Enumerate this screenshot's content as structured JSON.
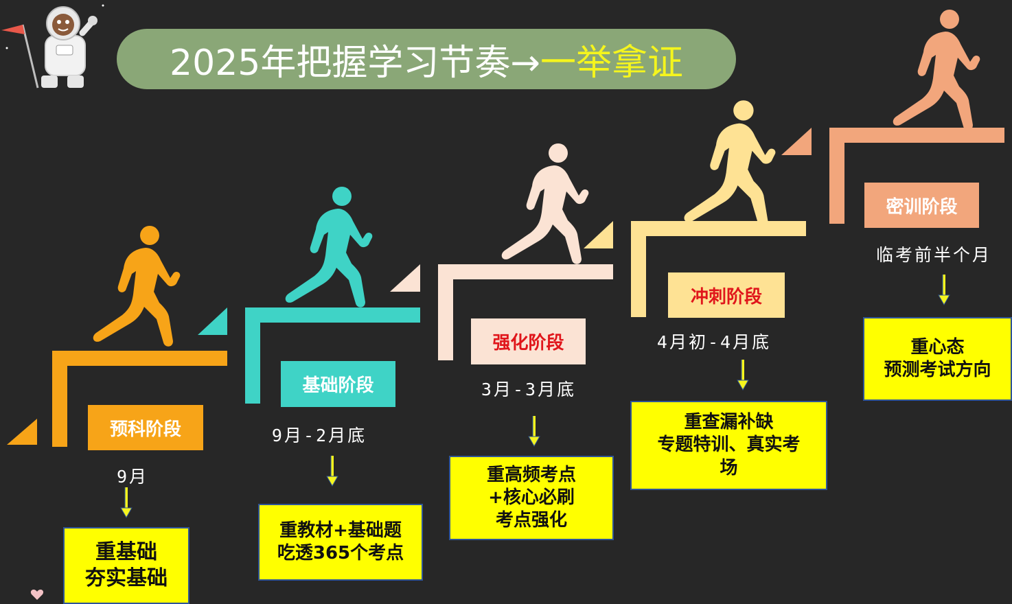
{
  "title": {
    "main": "2025年把握学习节奏→",
    "accent": "一举拿证"
  },
  "colors": {
    "background": "#272727",
    "title_pill": "#8aa777",
    "title_accent": "#f5f51d",
    "desc_fill": "#ffff00",
    "desc_border": "#2f5597",
    "arrow": "#f5f51d",
    "stage_orange": "#f7a418",
    "stage_teal": "#3fd3c6",
    "stage_peach": "#fbe3d4",
    "stage_lightyellow": "#fee294",
    "stage_salmon": "#f2a67c"
  },
  "icons": {
    "mascot": "astronaut-flag-icon",
    "runner": "runner-icon",
    "arrow": "arrow-down-icon"
  },
  "stages": [
    {
      "label": "预科阶段",
      "date": "9月",
      "desc": [
        "重基础",
        "夯实基础"
      ]
    },
    {
      "label": "基础阶段",
      "date": "9月-2月底",
      "desc": [
        "重教材+基础题",
        "吃透365个考点"
      ]
    },
    {
      "label": "强化阶段",
      "date": "3月-3月底",
      "desc": [
        "重高频考点",
        "+核心必刷",
        "考点强化"
      ]
    },
    {
      "label": "冲刺阶段",
      "date": "4月初-4月底",
      "desc": [
        "重查漏补缺",
        "专题特训、真实考",
        "场"
      ]
    },
    {
      "label": "密训阶段",
      "date": "临考前半个月",
      "desc": [
        "重心态",
        "预测考试方向"
      ]
    }
  ]
}
